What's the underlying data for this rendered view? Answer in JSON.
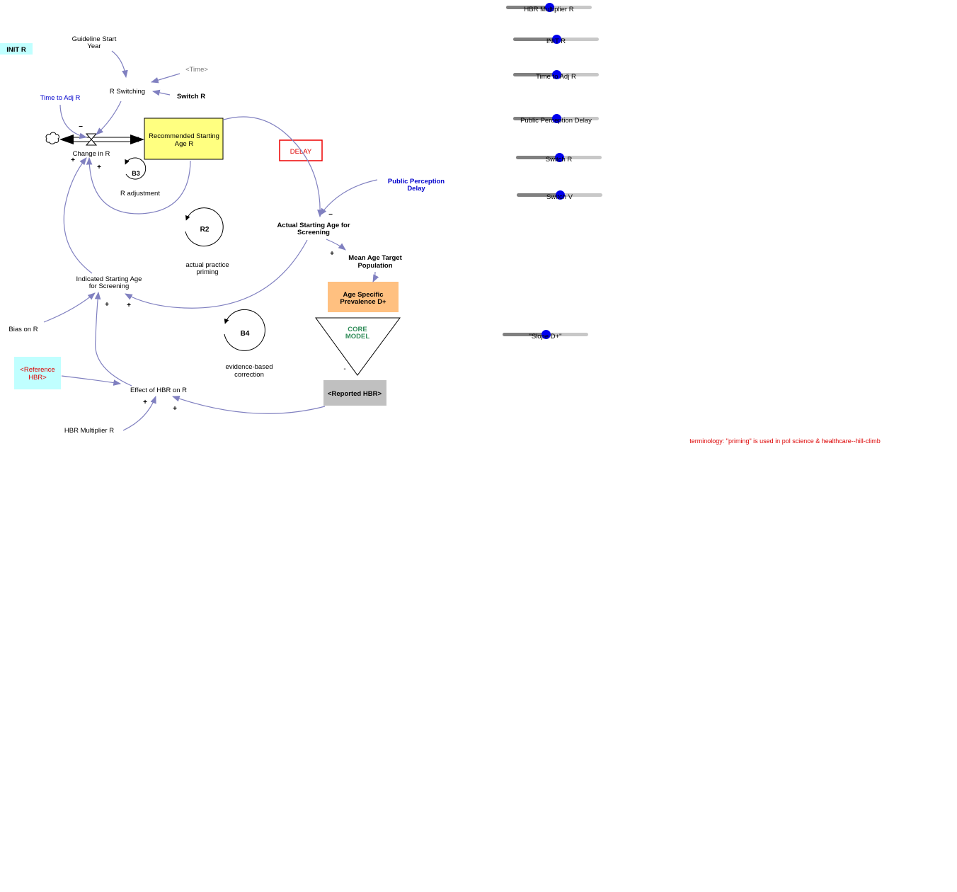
{
  "diagram": {
    "init_r_box": "INIT R",
    "guideline_start_year": [
      "Guideline Start",
      "Year"
    ],
    "time_shadow": "<Time>",
    "r_switching": "R Switching",
    "switch_r": "Switch R",
    "time_to_adj_r": "Time to Adj R",
    "change_in_r": "Change in R",
    "recommended_starting_age": [
      "Recommended Starting",
      "Age R"
    ],
    "delay_box": "DELAY",
    "public_perception_delay": [
      "Public Perception",
      "Delay"
    ],
    "actual_starting_age": [
      "Actual Starting Age for",
      "Screening"
    ],
    "mean_age_target": [
      "Mean Age Target",
      "Population"
    ],
    "age_specific_prevalence": [
      "Age Specific",
      "Prevalence D+"
    ],
    "core_model": [
      "CORE",
      "MODEL"
    ],
    "reported_hbr": "<Reported HBR>",
    "indicated_starting_age": [
      "Indicated Starting Age",
      "for Screening"
    ],
    "bias_on_r": "Bias on R",
    "reference_hbr": [
      "<Reference",
      "HBR>"
    ],
    "effect_of_hbr": "Effect of HBR on R",
    "hbr_multiplier_r": "HBR Multiplier R",
    "loops": {
      "b3": {
        "name": "B3",
        "label": "R adjustment"
      },
      "r2": {
        "name": "R2",
        "label": [
          "actual practice",
          "priming"
        ]
      },
      "b4": {
        "name": "B4",
        "label": [
          "evidence-based",
          "correction"
        ]
      }
    },
    "note": "terminology: \"priming\" is used in pol science & healthcare--hill-climb"
  },
  "sliders": [
    {
      "label": "HBR Multiplier R",
      "value": 0.5
    },
    {
      "label": "INIT R",
      "value": 0.5
    },
    {
      "label": "Time to Adj R",
      "value": 0.5
    },
    {
      "label": "Public Perception Delay",
      "value": 0.5
    },
    {
      "label": "Switch R",
      "value": 0.5
    },
    {
      "label": "Switch V",
      "value": 0.5
    },
    {
      "label": "\"Slope D+\"",
      "value": 0.5
    }
  ],
  "colors": {
    "link": "#8080c0",
    "stock_fill": "#ffff80",
    "prevalence_fill": "#ffc080",
    "init_fill": "#c0ffff",
    "reported_fill": "#c0c0c0",
    "delay_border": "#ee0000",
    "slider_knob": "#0000ee"
  }
}
